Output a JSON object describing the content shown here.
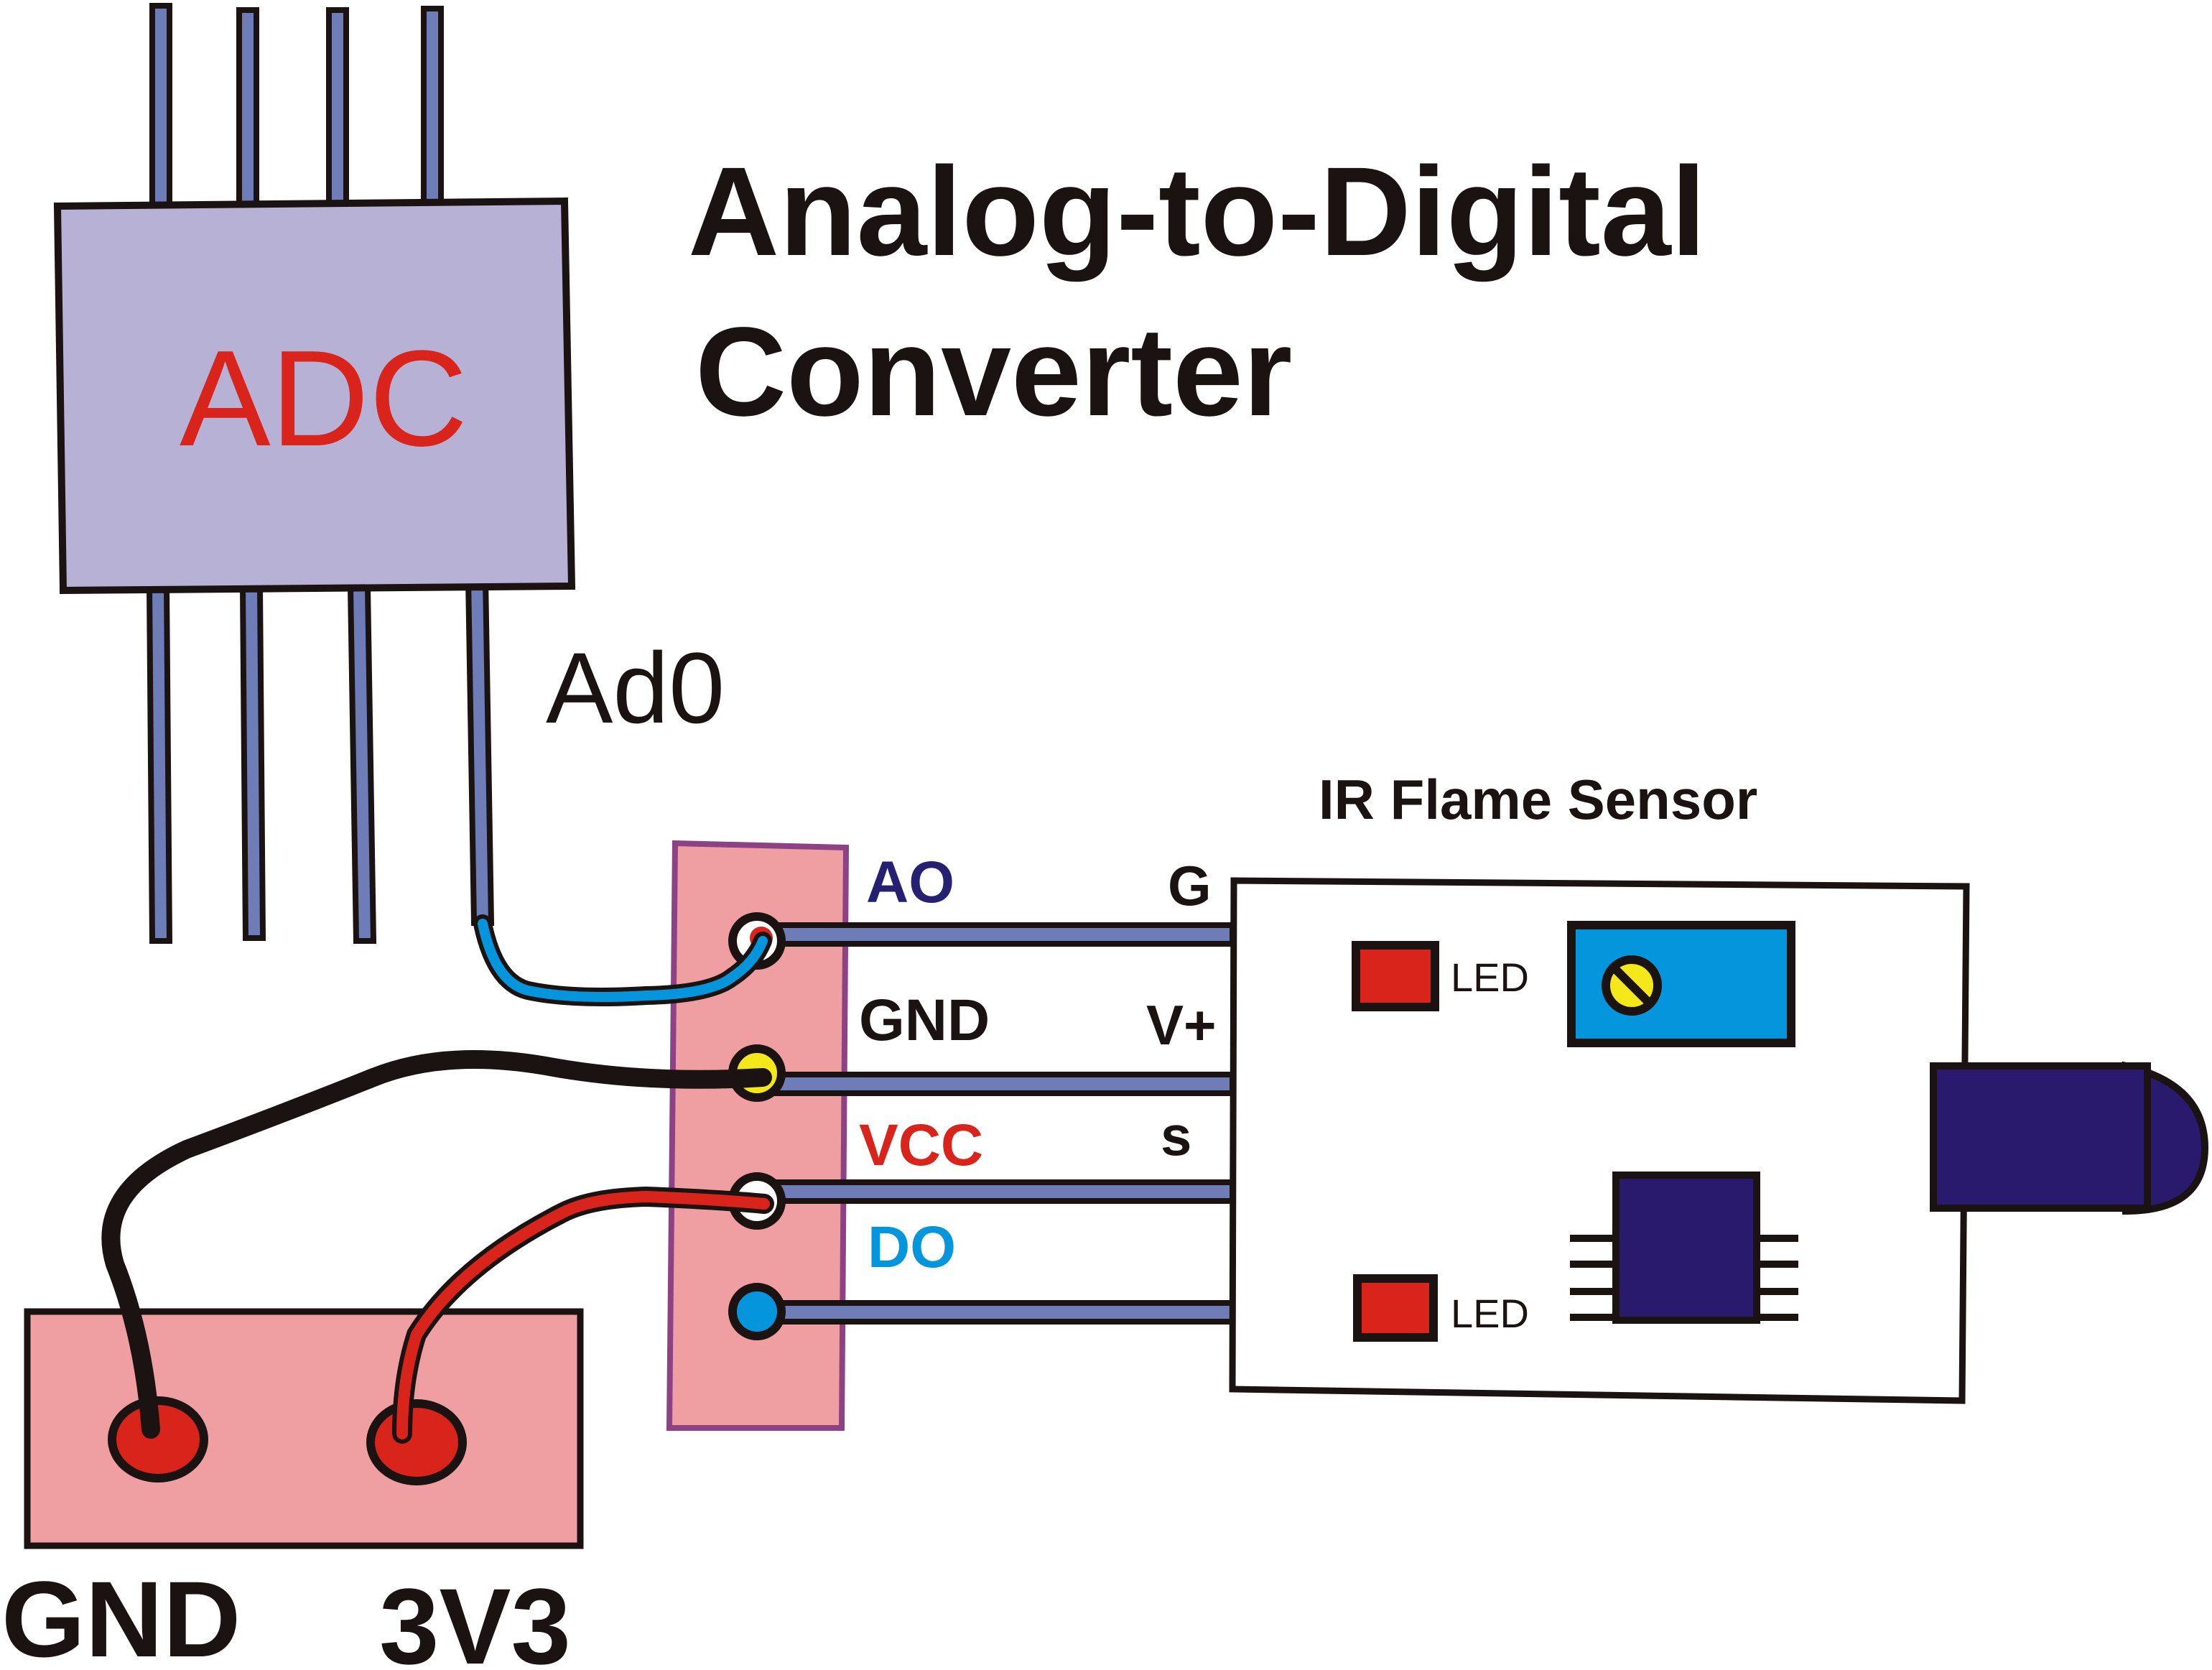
{
  "title": {
    "line1": "Analog-to-Digital",
    "line2": "Converter"
  },
  "adc_chip": {
    "label": "ADC",
    "pin_label": "Ad0"
  },
  "connector": {
    "pins": [
      {
        "label": "AO",
        "color": "#262073"
      },
      {
        "label": "GND",
        "color": "#1a1311"
      },
      {
        "label": "VCC",
        "color": "#d9241c"
      },
      {
        "label": "DO",
        "color": "#0595dd"
      }
    ]
  },
  "sensor": {
    "title": "IR Flame Sensor",
    "pin_labels": [
      "G",
      "V+",
      "s"
    ],
    "led_top": "LED",
    "led_bottom": "LED"
  },
  "power_board": {
    "gnd_label": "GND",
    "v33_label": "3V3"
  },
  "colors": {
    "adc_fill": "#b7b1d6",
    "adc_text": "#d9241c",
    "board_pink": "#ef9fa2",
    "connector_border": "#8c4285",
    "pin_blue_lead": "#6e7cb8",
    "wire_blue": "#0595dd",
    "wire_red": "#d9241c",
    "wire_black": "#1a1311",
    "pot_blue": "#0595dd",
    "chip_dark": "#291a6e",
    "led_red": "#d9241c",
    "dot_yellow": "#f4e81b"
  }
}
